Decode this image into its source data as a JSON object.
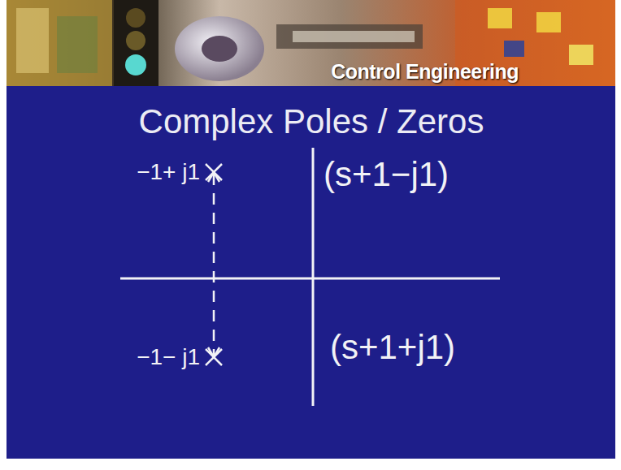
{
  "diagram": {
    "title": "Complex Poles / Zeros",
    "labels": [
      "Control Engineering",
      "−1+ j1",
      "(s+1−j1)",
      "−1− j1",
      "(s+1+j1)"
    ]
  }
}
